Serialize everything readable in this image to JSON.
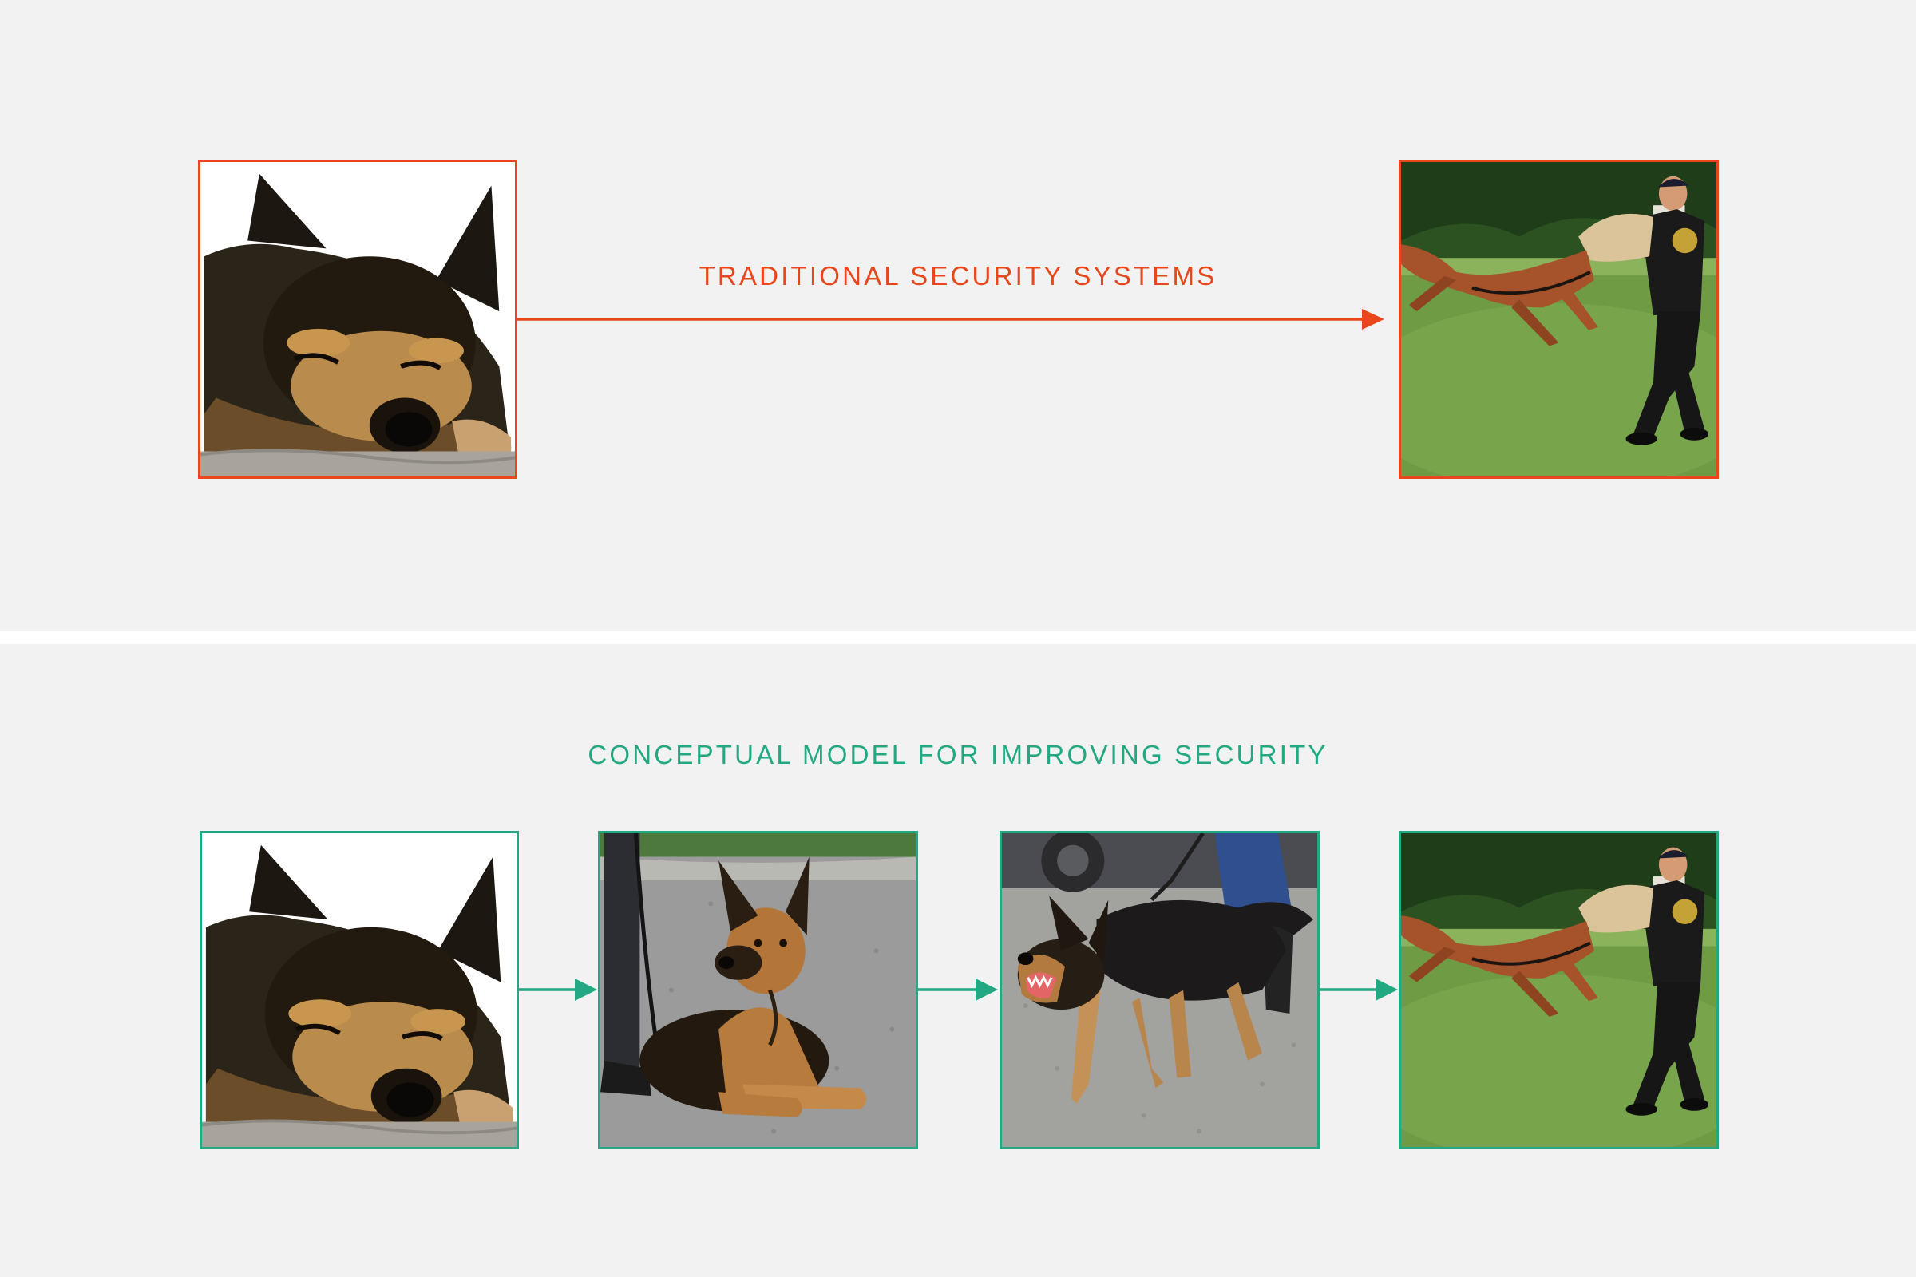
{
  "traditional": {
    "title": "TRADITIONAL SECURITY SYSTEMS",
    "color": "#e8461b",
    "stages": [
      {
        "photo": "sleeping-dog-photo",
        "subject": "sleeping dog"
      },
      {
        "photo": "attack-training-photo",
        "subject": "dog biting protective sleeve"
      }
    ]
  },
  "conceptual": {
    "title": "CONCEPTUAL MODEL FOR IMPROVING SECURITY",
    "color": "#22a882",
    "stages": [
      {
        "photo": "sleeping-dog-photo",
        "subject": "sleeping dog"
      },
      {
        "photo": "alert-dog-photo",
        "subject": "alert lying dog"
      },
      {
        "photo": "growling-dog-photo",
        "subject": "growling dog"
      },
      {
        "photo": "attack-training-photo",
        "subject": "dog biting protective sleeve"
      }
    ]
  }
}
